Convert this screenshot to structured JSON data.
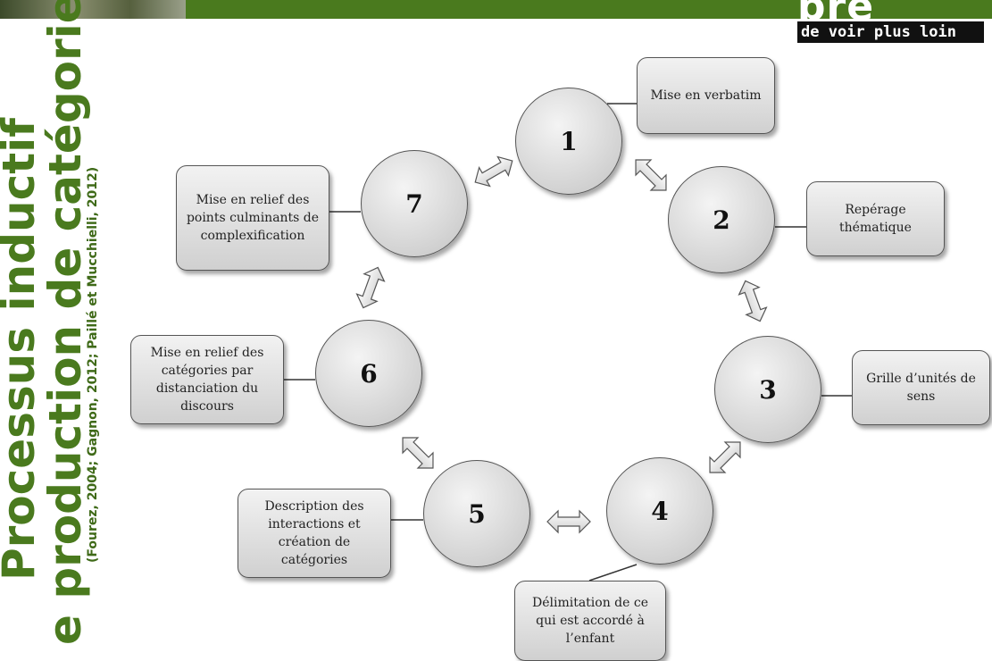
{
  "header": {
    "brand_big": "pre",
    "brand_small": "de voir plus loin"
  },
  "title": {
    "line1": "Processus inductif",
    "line2": "e production de catégories",
    "citation": "(Fourez, 2004; Gagnon, 2012; Paillé et Mucchielli, 2012)"
  },
  "steps": [
    {
      "number": "1",
      "label": "Mise en verbatim"
    },
    {
      "number": "2",
      "label": "Repérage thématique"
    },
    {
      "number": "3",
      "label": "Grille d’unités de sens"
    },
    {
      "number": "4",
      "label": "Délimitation de ce qui est accordé à l’enfant"
    },
    {
      "number": "5",
      "label": "Description des interactions et création de catégories"
    },
    {
      "number": "6",
      "label": "Mise en relief des catégories par distanciation du discours"
    },
    {
      "number": "7",
      "label": "Mise en relief des points culminants de complexification"
    }
  ],
  "colors": {
    "accent_green": "#4a7a1e",
    "node_fill": "#d8d8d8"
  }
}
